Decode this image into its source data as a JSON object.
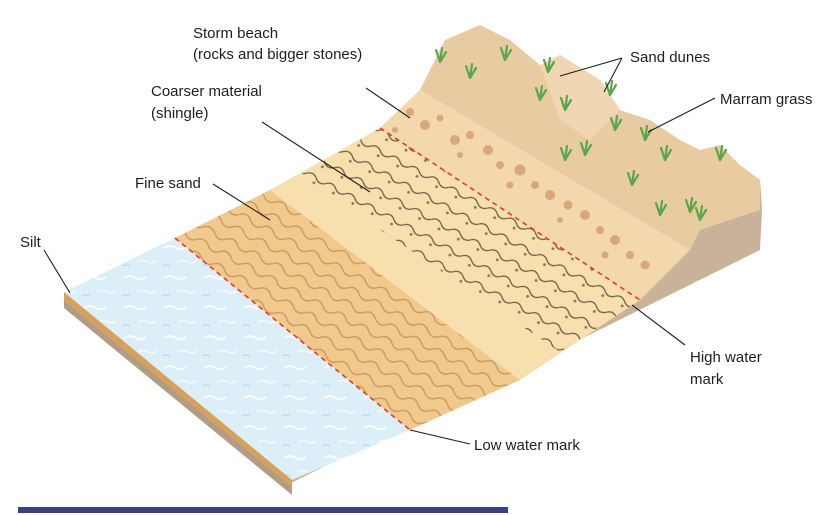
{
  "labels": {
    "storm_beach_line1": "Storm beach",
    "storm_beach_line2": "(rocks and bigger stones)",
    "coarser_line1": "Coarser material",
    "coarser_line2": "(shingle)",
    "fine_sand": "Fine sand",
    "silt": "Silt",
    "sand_dunes": "Sand dunes",
    "marram_grass": "Marram grass",
    "high_water_line1": "High water",
    "high_water_line2": "mark",
    "low_water_mark": "Low water mark"
  },
  "colors": {
    "silt_water": "#dceef8",
    "fine_sand": "#f2c98d",
    "shingle": "#f7dfae",
    "storm_beach": "#f3d7ad",
    "dunes": "#e9cba2",
    "side_face": "#c9b29a",
    "water_mark_line": "#e23a2f",
    "grass": "#5aa64a",
    "bottom_bar": "#3b3f86"
  }
}
